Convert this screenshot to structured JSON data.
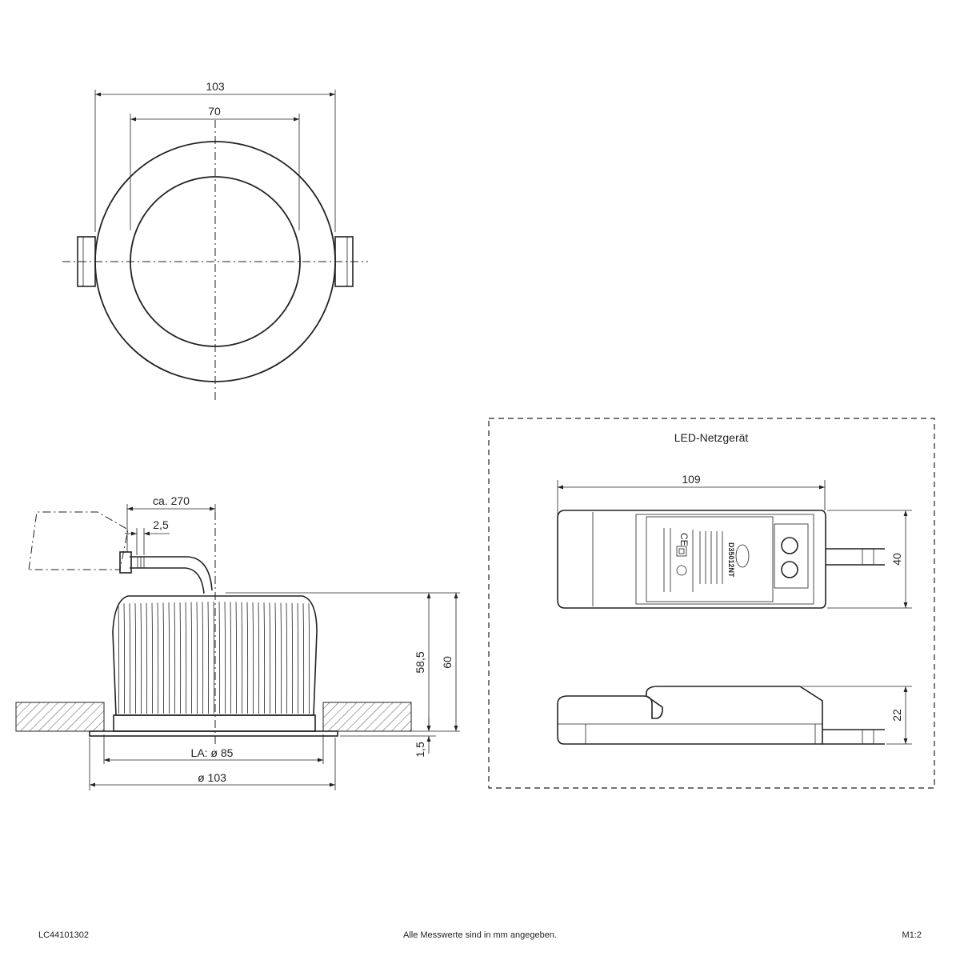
{
  "top_view": {
    "dim_outer": "103",
    "dim_inner": "70"
  },
  "side_view": {
    "dim_cable": "ca. 270",
    "dim_cable_end": "2,5",
    "dim_height_body": "58,5",
    "dim_height_total": "60",
    "dim_flange": "1,5",
    "dim_cutout": "LA: ø 85",
    "dim_diameter": "ø 103"
  },
  "driver": {
    "title": "LED-Netzgerät",
    "dim_length": "109",
    "dim_width": "40",
    "dim_height": "22",
    "model": "D35012NT"
  },
  "footer": {
    "code": "LC44101302",
    "note": "Alle Messwerte sind in mm angegeben.",
    "scale": "M1:2"
  }
}
